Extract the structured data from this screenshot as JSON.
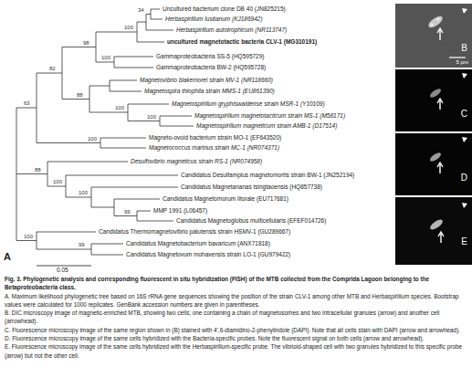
{
  "diagram": {
    "caption": "Fig. 3. Phylogenetic analysis and corresponding fluorescent in situ hybridization (FISH) of the MTB collected from the Comprida Lagoon belonging to the Betaproteobacteria class.",
    "nodes": [
      {
        "text": [
          "B",
          "5 µm"
        ]
      },
      {
        "text": [
          "C"
        ]
      },
      {
        "text": [
          "D"
        ]
      },
      {
        "text": [
          "E"
        ]
      }
    ],
    "labels": [
      "Uncultured bacterium clone DB 40 (JN825215)",
      "Herbaspirillum lusitanum (KJ186942)",
      "Herbaspirillum autotrophicum (NR113747)",
      "uncultured magnetotactic bacteria CLV-1 (MG310191)",
      "Gammaproteobacteria SS-5 (HQ595729)",
      "Gammaproteobacteria BW-2 (HQ595728)",
      "Magnetovibrio blakemorei strain MV-1 (NR118660)",
      "Magnetospira thiophila strain MMS-1 (EU861390)",
      "Magnetospirillum gryphiswaldense strain MSR-1 (Y10109)",
      "Magnetospirillum magnetotacticum strain MS-1 (M58171)",
      "Magnetospirillum magneticum strain AMB-1 (D17514)",
      "Magneto-ovoid bacterium strain MO-1 (EF643520)",
      "Magnetococcus marinus strain MC-1 (NR074371)",
      "Desulfovibrio magneticus strain RS-1 (NR074958)",
      "Candidatus Desulfamplus magnetomortis strain BW-1 (JN252194)",
      "Candidatus Magnetananas tsingtaoensis (HQ857738)",
      "Candidatus Magnetomorum litorale (EU717681)",
      "MMP 1991 (L06457)",
      "Candidatus Magnetoglobus multicellularis (EFEF014726)",
      "Candidatus Thermomagnetovibrio paiutensis strain HSMV-1 (GU289667)",
      "Candidatus Magnetobacterium bavaricum (ANX71818)",
      "Candidatus Magnetovum mohavensis strain LO-1 (GU979422)",
      "34",
      "100",
      "98",
      "100",
      "82",
      "88",
      "63",
      "100",
      "100",
      "100",
      "88",
      "100",
      "100",
      "99",
      "100",
      "99",
      "A",
      "0.05",
      "A. Maximum likelihood phylogenetic tree based on 16S rRNA gene sequences showing the position of the strain CLV-1 among other MTB and Herbaspirillum species. Bootstrap values were calculated for 1000 replicates. GenBank accession numbers are given in parentheses.",
      "B. DIC microscopy image of magnetic-enriched MTB, showing two cells; one containing a chain of magnetosomes and two intracellular granules (arrow) and another cell (arrowhead).",
      "C. Fluorescence microscopy image of the same region shown in (B) stained with 4′,6-diamidino-2-phenylindole (DAPI). Note that all cells stain with DAPI (arrow and arrowhead).",
      "D. Fluorescence microscopy image of the same cells hybridized with the Bacteria-specific probes. Note the fluorescent signal on both cells (arrow and arrowhead).",
      "E. Fluorescence microscopy image of the same cells hybridized with the Herbaspirillum-specific probe. The vibrioid-shaped cell with two granules hybridized to this specific probe (arrow) but not the other cell."
    ]
  }
}
